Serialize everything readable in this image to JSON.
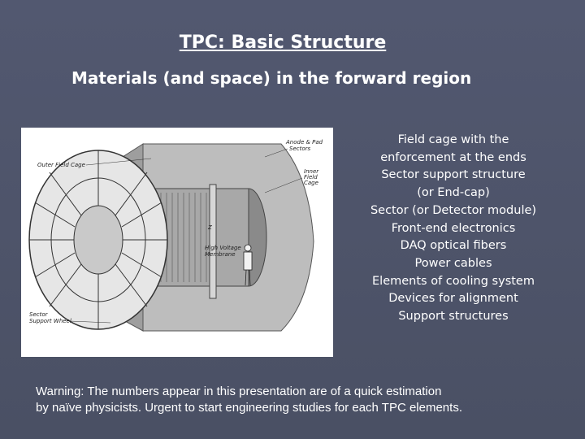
{
  "slide": {
    "title": "TPC:  Basic Structure",
    "subtitle": "Materials (and space) in the forward region",
    "figure_labels": {
      "anode": "Anode & Pad",
      "sectors": "Sectors",
      "outer_field_cage": "Outer Field Cage",
      "inner_field_cage_1": "Inner",
      "inner_field_cage_2": "Field",
      "inner_field_cage_3": "Cage",
      "high_voltage": "High Voltage",
      "membrane": "Membrane",
      "sector_support_1": "Sector",
      "sector_support_2": "Support Wheel",
      "z_axis": "Z"
    },
    "items": [
      "Field cage with the",
      "enforcement at the ends",
      "Sector support structure",
      "(or End-cap)",
      "Sector (or Detector module)",
      "Front-end electronics",
      "DAQ optical fibers",
      "Power cables",
      "Elements of cooling system",
      "Devices for alignment",
      "Support structures"
    ],
    "warning": {
      "line1": "Warning:    The numbers appear in this presentation are of a quick estimation",
      "line2": "by naïve physicists.  Urgent to start engineering studies for each TPC elements."
    }
  },
  "colors": {
    "background": "#4c5266",
    "text": "#ffffff",
    "figure_background": "#ffffff"
  }
}
